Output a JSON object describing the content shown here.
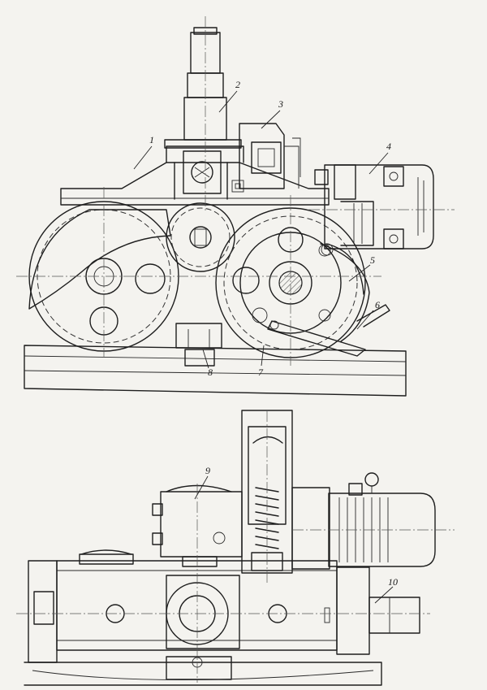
{
  "callouts": [
    {
      "id": "1",
      "text": "1"
    },
    {
      "id": "2",
      "text": "2"
    },
    {
      "id": "3",
      "text": "3"
    },
    {
      "id": "4",
      "text": "4"
    },
    {
      "id": "5",
      "text": "5"
    },
    {
      "id": "6",
      "text": "6"
    },
    {
      "id": "7",
      "text": "7"
    },
    {
      "id": "8",
      "text": "8"
    },
    {
      "id": "9",
      "text": "9"
    },
    {
      "id": "10",
      "text": "10"
    }
  ],
  "views": {
    "upper": "side-elevation",
    "lower": "plan-view"
  },
  "colors": {
    "paper": "#f4f3ef",
    "ink": "#1e1e1e"
  }
}
